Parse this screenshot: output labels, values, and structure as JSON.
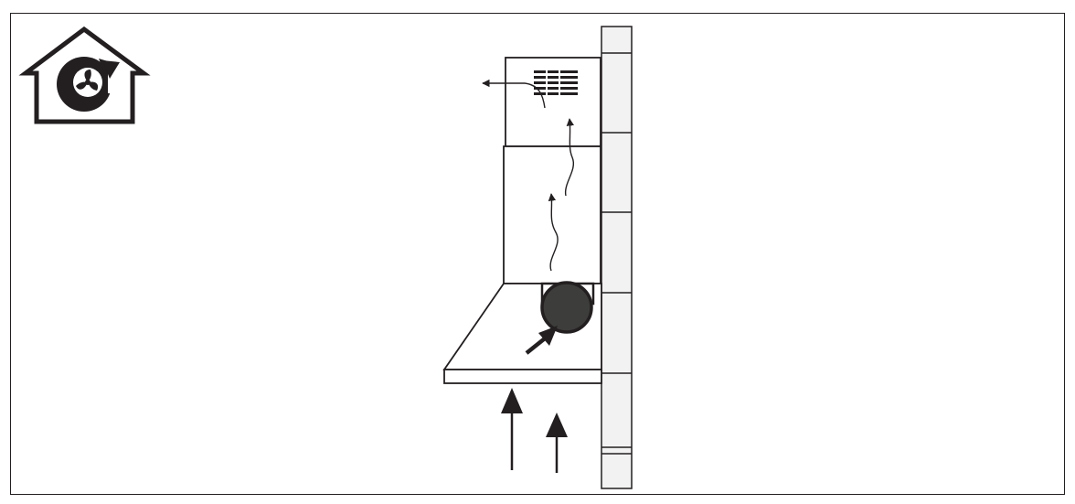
{
  "diagram": {
    "mode_icon": "recirculation-house-icon",
    "components": [
      "wall",
      "chimney-upper-section",
      "vent-grille",
      "chimney-lower-section",
      "canopy",
      "carbon-filter"
    ],
    "airflow": [
      "rising-air-arrows",
      "filter-intake-arrow",
      "chimney-flow-arrows",
      "exhaust-arrow"
    ],
    "colors": {
      "line": "#231f20",
      "wall_fill": "#f2f2f2",
      "filter_fill": "#3d3d3b",
      "background": "#ffffff"
    }
  }
}
